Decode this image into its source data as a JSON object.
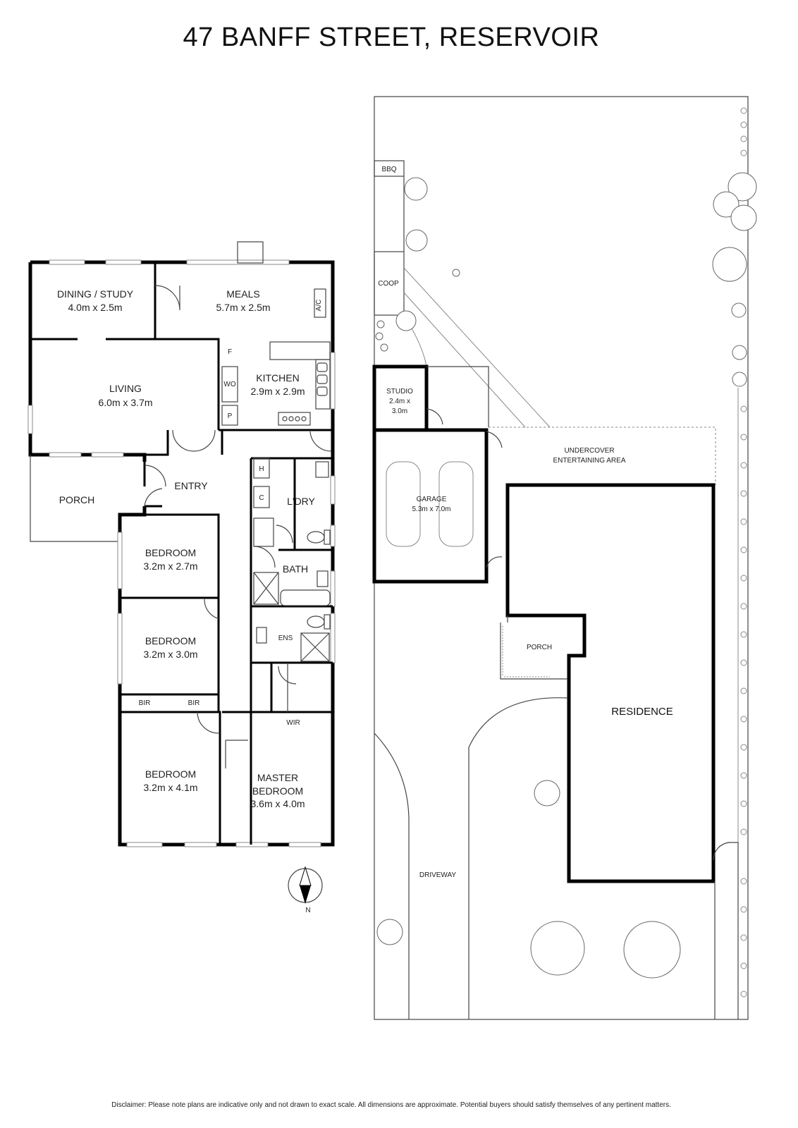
{
  "title": "47 BANFF STREET, RESERVOIR",
  "disclaimer": "Disclaimer: Please note plans are indicative only and not drawn to exact scale. All dimensions are approximate. Potential buyers should satisfy themselves of any pertinent matters.",
  "floor_plan": {
    "dining": {
      "name": "DINING / STUDY",
      "size": "4.0m x 2.5m"
    },
    "meals": {
      "name": "MEALS",
      "size": "5.7m x 2.5m"
    },
    "ac": "A/C",
    "living": {
      "name": "LIVING",
      "size": "6.0m x 3.7m"
    },
    "kitchen": {
      "name": "KITCHEN",
      "size": "2.9m x 2.9m"
    },
    "f": "F",
    "wo": "WO",
    "p": "P",
    "h": "H",
    "c": "C",
    "entry": "ENTRY",
    "porch": "PORCH",
    "laundry": "L'DRY",
    "bath": "BATH",
    "ens": "ENS",
    "wir": "WIR",
    "bir1": "BIR",
    "bir2": "BIR",
    "bedroom1": {
      "name": "BEDROOM",
      "size": "3.2m x 2.7m"
    },
    "bedroom2": {
      "name": "BEDROOM",
      "size": "3.2m x 3.0m"
    },
    "bedroom3": {
      "name": "BEDROOM",
      "size": "3.2m x 4.1m"
    },
    "master": {
      "name1": "MASTER",
      "name2": "BEDROOM",
      "size": "3.6m x 4.0m"
    },
    "compass": "N"
  },
  "site_plan": {
    "bbq": "BBQ",
    "coop": "COOP",
    "studio": {
      "name": "STUDIO",
      "size1": "2.4m x",
      "size2": "3.0m"
    },
    "garage": {
      "name": "GARAGE",
      "size": "5.3m x 7.0m"
    },
    "undercover": {
      "line1": "UNDERCOVER",
      "line2": "ENTERTAINING AREA"
    },
    "porch": "PORCH",
    "residence": "RESIDENCE",
    "driveway": "DRIVEWAY"
  }
}
